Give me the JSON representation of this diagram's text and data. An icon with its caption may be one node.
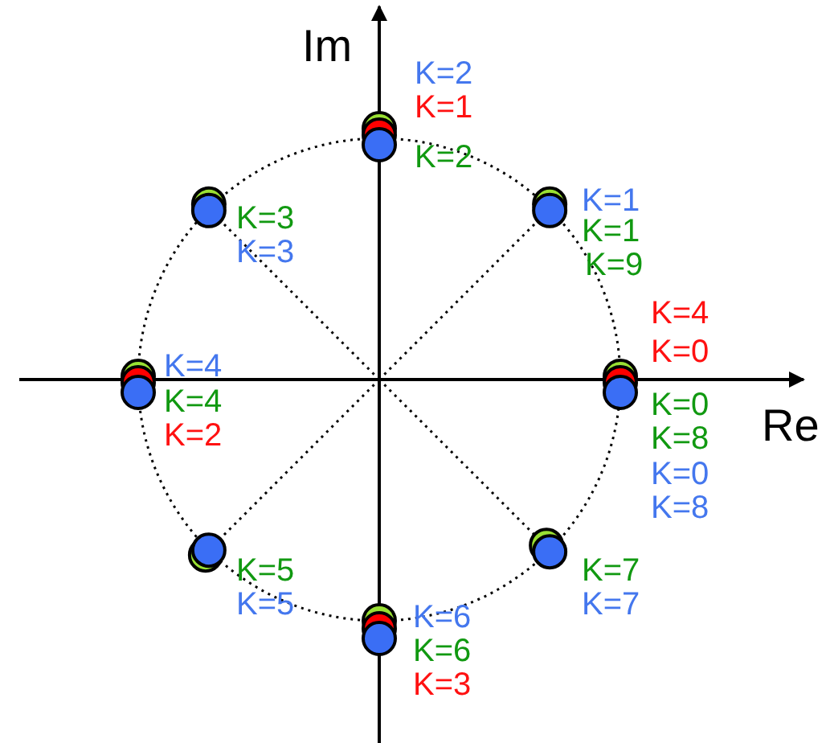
{
  "diagram": {
    "labels": [
      "Im",
      "K=2",
      "K=1",
      "K=2",
      "K=3",
      "K=3",
      "K=1",
      "K=1",
      "K=9",
      "K=4",
      "K=0",
      "K=0",
      "K=8",
      "K=0",
      "K=8",
      "Re",
      "K=4",
      "K=4",
      "K=2",
      "K=5",
      "K=5",
      "K=7",
      "K=7",
      "K=6",
      "K=6",
      "K=3"
    ]
  }
}
